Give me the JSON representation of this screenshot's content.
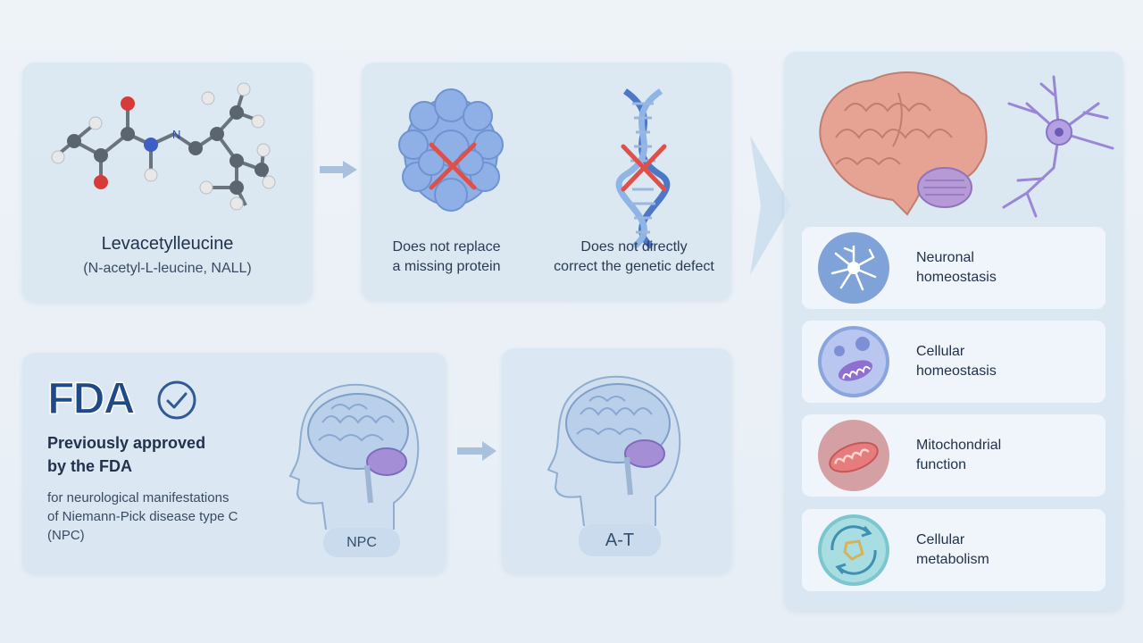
{
  "molecule": {
    "name": "Levacetylleucine",
    "subtitle": "(N-acetyl-L-leucine, NALL)",
    "atom_n_label": "N"
  },
  "mechanism": {
    "label_protein": "Does not replace a missing protein",
    "label_protein_l1": "Does not replace",
    "label_protein_l2": "a missing protein",
    "label_gene_l1": "Does not directly",
    "label_gene_l2": "correct the genetic defect"
  },
  "fda": {
    "logo_text": "FDA",
    "title_l1": "Previously approved",
    "title_l2": "by the FDA",
    "desc_l1": "for neurological manifestations",
    "desc_l2": "of Niemann-Pick disease type C",
    "desc_l3": "(NPC)",
    "npc_label": "NPC"
  },
  "at": {
    "label": "A-T"
  },
  "effects": [
    {
      "l1": "Neuronal",
      "l2": "homeostasis",
      "icon": "neuron-icon",
      "color": "#7fa3d9"
    },
    {
      "l1": "Cellular",
      "l2": "homeostasis",
      "icon": "cell-icon",
      "color": "#8aa5de"
    },
    {
      "l1": "Mitochondrial",
      "l2": "function",
      "icon": "mitochondria-icon",
      "color": "#d5a0a4"
    },
    {
      "l1": "Cellular",
      "l2": "metabolism",
      "icon": "metabolism-cycle-icon",
      "color": "#7cc7cf"
    }
  ],
  "colors": {
    "oxygen": "#d83a3a",
    "nitrogen": "#3b5fc4",
    "carbon": "#5b6570",
    "hydrogen": "#e8e8e8",
    "cross": "#e0504a",
    "brain": "#e6a394",
    "cerebellum": "#b69ad6",
    "fda_blue": "#1f4a86"
  }
}
